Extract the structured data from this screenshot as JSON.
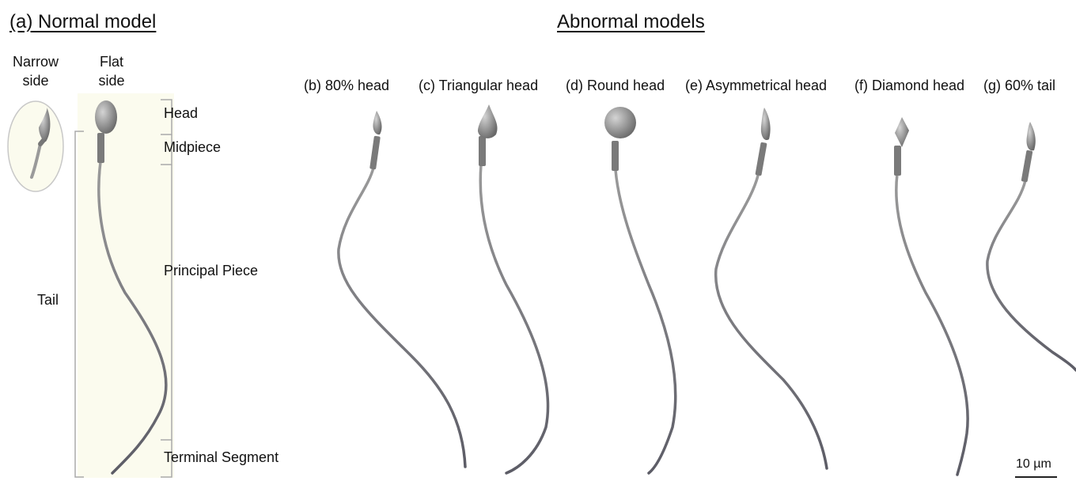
{
  "titles": {
    "normal": "(a) Normal model",
    "abnormal": "Abnormal models"
  },
  "normal_views": {
    "narrow_line1": "Narrow",
    "narrow_line2": "side",
    "flat_line1": "Flat",
    "flat_line2": "side"
  },
  "parts": {
    "head": "Head",
    "midpiece": "Midpiece",
    "principal_piece": "Principal Piece",
    "terminal_segment": "Terminal Segment",
    "tail": "Tail"
  },
  "abnormal_models": [
    {
      "label": "(b) 80% head",
      "head_shape": "small-tapered"
    },
    {
      "label": "(c) Triangular head",
      "head_shape": "triangular"
    },
    {
      "label": "(d) Round head",
      "head_shape": "round"
    },
    {
      "label": "(e) Asymmetrical head",
      "head_shape": "asymmetrical"
    },
    {
      "label": "(f) Diamond head",
      "head_shape": "diamond"
    },
    {
      "label": "(g) 60% tail",
      "head_shape": "small-tapered"
    }
  ],
  "scale_bar": {
    "label": "10 µm"
  },
  "colors": {
    "highlight_background": "#fbfbee",
    "sperm_gray": "#888888",
    "bracket": "#aaaaaa"
  }
}
